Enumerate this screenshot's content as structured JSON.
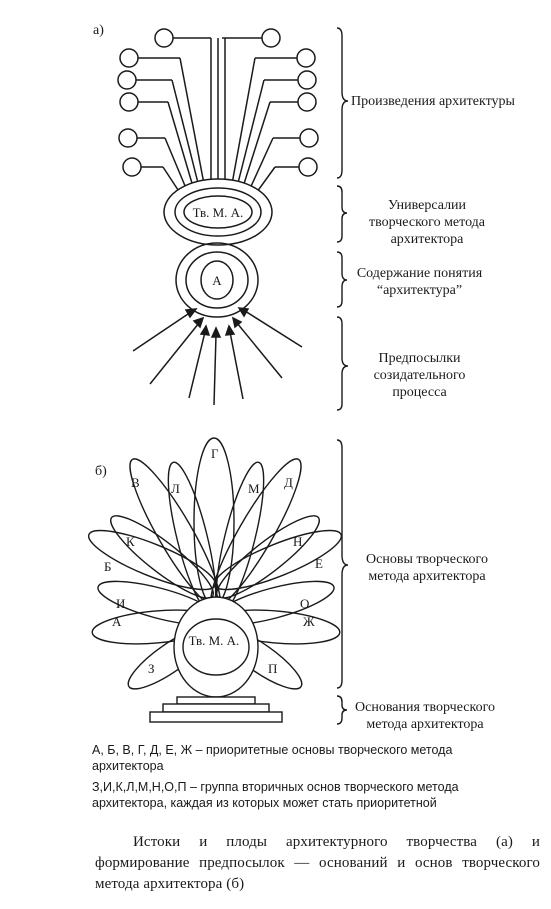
{
  "part_a": {
    "marker": "а)",
    "outer_core_label": "Тв. М. А.",
    "inner_core_label": "А",
    "brackets": [
      "Произведения архитектуры",
      "Универсалии творческого метода архитектора",
      "Содержание понятия “архитектура”",
      "Предпосылки созидательного процесса"
    ]
  },
  "part_b": {
    "marker": "б)",
    "core_label": "Тв. М. А.",
    "petal_letters": [
      "А",
      "Б",
      "В",
      "Г",
      "Д",
      "Е",
      "Ж",
      "З",
      "И",
      "К",
      "Л",
      "М",
      "Н",
      "О",
      "П"
    ],
    "brackets": [
      "Основы творческого метода архитектора",
      "Основания творческого метода архитектора"
    ]
  },
  "legend": {
    "line1": "А, Б, В, Г, Д, Е, Ж – приоритетные основы творческого метода архитектора",
    "line2": "З,И,К,Л,М,Н,О,П – группа вторичных основ творческого метода архитектора, каждая из которых может стать приоритетной"
  },
  "caption": "Истоки и плоды архитектурного творчества (а) и формирование предпосылок — оснований и основ творческого метода архитектора (б)"
}
